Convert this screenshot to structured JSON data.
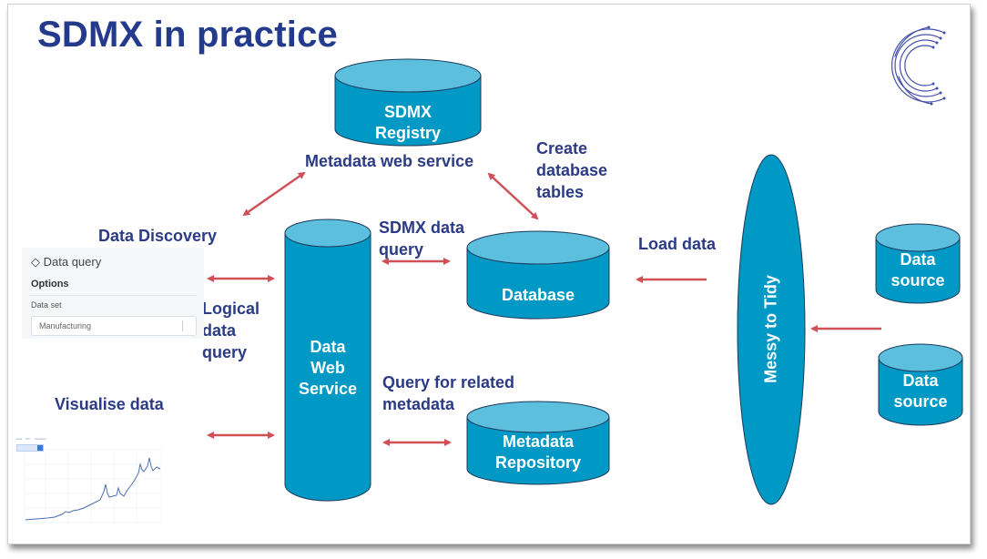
{
  "slide": {
    "title": "SDMX in practice",
    "accent_color": "#243a8c",
    "shape_fill": "#0099c6",
    "shape_top_fill": "#5bbfdd",
    "arrow_color": "#c8323c"
  },
  "nodes": {
    "sdmx_registry": "SDMX\nRegistry",
    "database": "Database",
    "metadata_repository": "Metadata\nRepository",
    "data_web_service": "Data\nWeb\nService",
    "messy_to_tidy": "Messy to Tidy",
    "data_source_1": "Data\nsource",
    "data_source_2": "Data\nsource"
  },
  "labels": {
    "metadata_web_service": "Metadata web service",
    "create_database_tables": "Create\ndatabase\ntables",
    "data_discovery": "Data Discovery",
    "sdmx_data_query": "SDMX data\nquery",
    "load_data": "Load data",
    "logical_data_query": "Logical\ndata\nquery",
    "query_related_metadata": "Query for related\nmetadata",
    "visualise_data": "Visualise data"
  },
  "data_query_panel": {
    "icon": "diamond-tag-icon",
    "title": "Data query",
    "options_label": "Options",
    "dataset_label": "Data set",
    "dataset_value": "Manufacturing"
  },
  "visualisation_thumbnail": {
    "tabs": [
      "Data",
      "Plot",
      "Metadata"
    ],
    "chart_type": "line",
    "trend": "rising time series"
  }
}
